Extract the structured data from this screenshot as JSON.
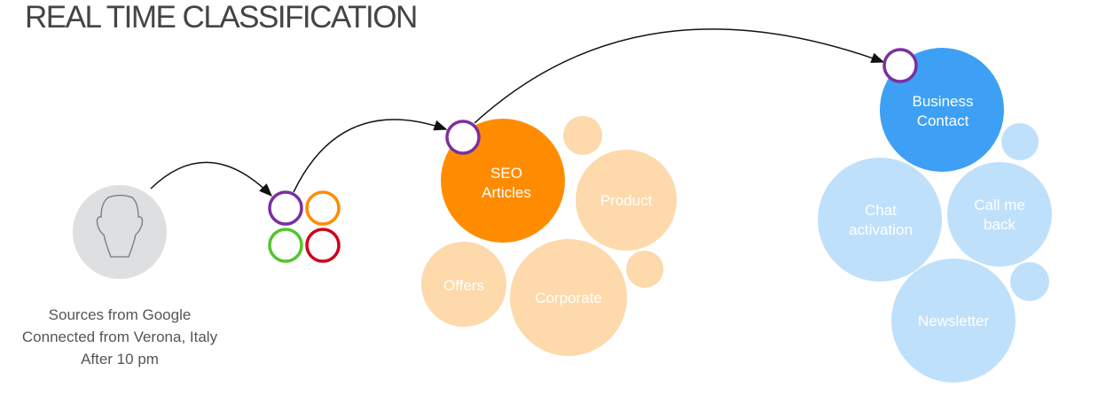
{
  "title": "REAL TIME CLASSIFICATION",
  "visitor": {
    "icon": "user-head-icon",
    "caption": [
      "Sources from Google",
      "Connected from Verona, Italy",
      "After 10 pm"
    ]
  },
  "segments": {
    "colors": {
      "purple": "#7B2FA0",
      "orange": "#FF8C00",
      "green": "#52C52E",
      "red": "#D0021B"
    }
  },
  "content_cluster": {
    "main": [
      "SEO",
      "Articles"
    ],
    "product": "Product",
    "offers": "Offers",
    "corporate": "Corporate",
    "colors": {
      "main": "#FF8C00",
      "light": "#FDD9AB"
    }
  },
  "contact_cluster": {
    "main": [
      "Business",
      "Contact"
    ],
    "chat": [
      "Chat",
      "activation"
    ],
    "callback": [
      "Call me",
      "back"
    ],
    "newsletter": "Newsletter",
    "colors": {
      "main": "#3DA0F5",
      "light": "#BFE0FB"
    }
  }
}
